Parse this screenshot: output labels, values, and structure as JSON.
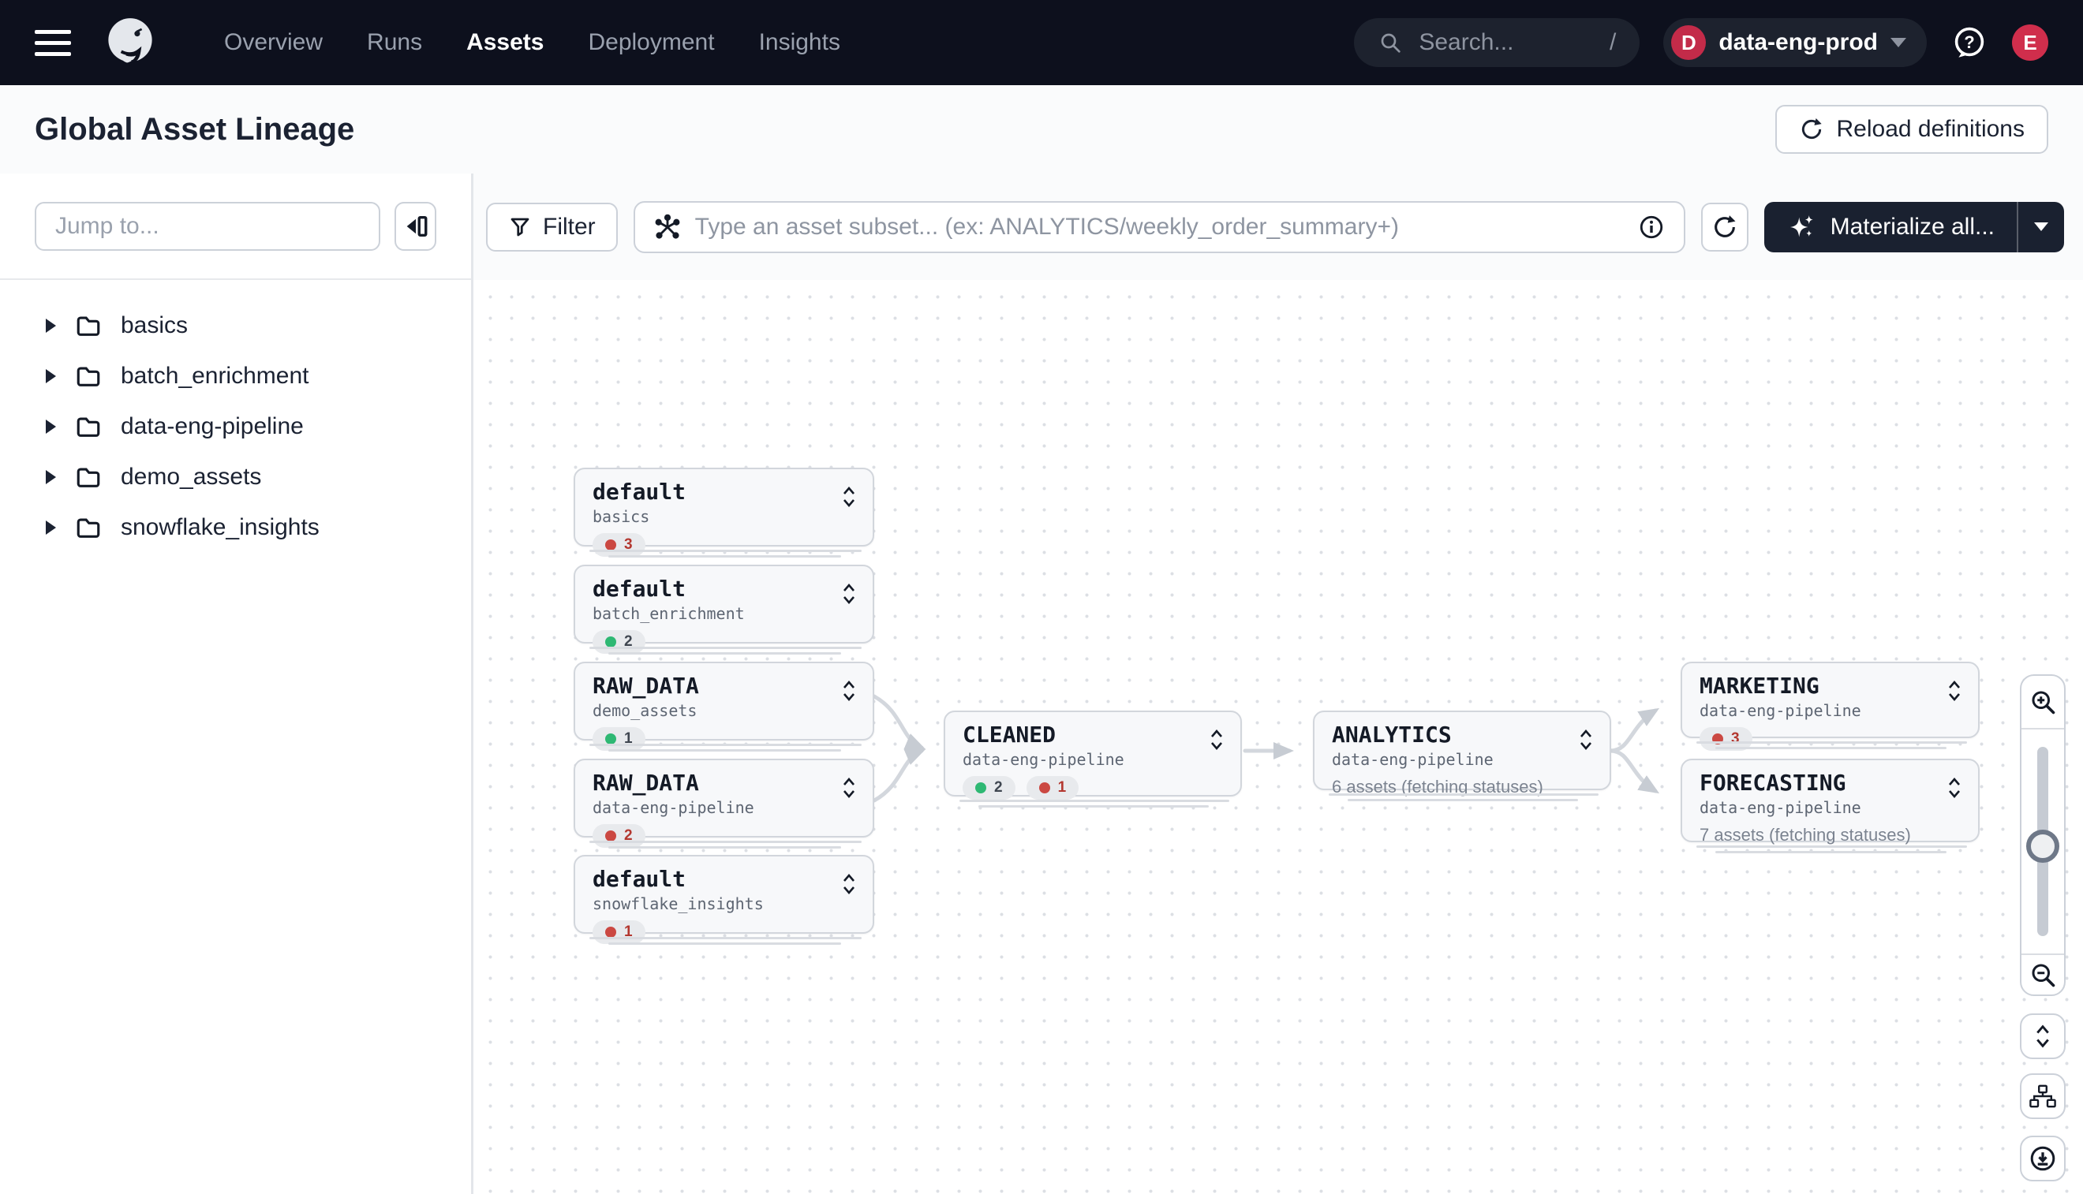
{
  "nav": {
    "items": [
      {
        "label": "Overview",
        "active": false
      },
      {
        "label": "Runs",
        "active": false
      },
      {
        "label": "Assets",
        "active": true
      },
      {
        "label": "Deployment",
        "active": false
      },
      {
        "label": "Insights",
        "active": false
      }
    ],
    "search_placeholder": "Search...",
    "search_shortcut": "/",
    "deployment": {
      "initial": "D",
      "name": "data-eng-prod"
    },
    "avatar_initial": "E"
  },
  "header": {
    "title": "Global Asset Lineage",
    "reload_label": "Reload definitions"
  },
  "sidebar": {
    "jump_placeholder": "Jump to...",
    "groups": [
      {
        "label": "basics"
      },
      {
        "label": "batch_enrichment"
      },
      {
        "label": "data-eng-pipeline"
      },
      {
        "label": "demo_assets"
      },
      {
        "label": "snowflake_insights"
      }
    ]
  },
  "toolbar": {
    "filter_label": "Filter",
    "subset_placeholder": "Type an asset subset... (ex: ANALYTICS/weekly_order_summary+)",
    "materialize_label": "Materialize all..."
  },
  "graph": {
    "nodes": [
      {
        "title": "default",
        "subtitle": "basics",
        "badges": [
          {
            "color": "red",
            "count": 3
          }
        ]
      },
      {
        "title": "default",
        "subtitle": "batch_enrichment",
        "badges": [
          {
            "color": "green",
            "count": 2
          }
        ]
      },
      {
        "title": "RAW_DATA",
        "subtitle": "demo_assets",
        "badges": [
          {
            "color": "green",
            "count": 1
          }
        ]
      },
      {
        "title": "RAW_DATA",
        "subtitle": "data-eng-pipeline",
        "badges": [
          {
            "color": "red",
            "count": 2
          }
        ]
      },
      {
        "title": "default",
        "subtitle": "snowflake_insights",
        "badges": [
          {
            "color": "red",
            "count": 1
          }
        ]
      },
      {
        "title": "CLEANED",
        "subtitle": "data-eng-pipeline",
        "badges": [
          {
            "color": "green",
            "count": 2
          },
          {
            "color": "red",
            "count": 1
          }
        ]
      },
      {
        "title": "ANALYTICS",
        "subtitle": "data-eng-pipeline",
        "note": "6 assets (fetching statuses)"
      },
      {
        "title": "MARKETING",
        "subtitle": "data-eng-pipeline",
        "badges": [
          {
            "color": "red",
            "count": 3
          }
        ]
      },
      {
        "title": "FORECASTING",
        "subtitle": "data-eng-pipeline",
        "note": "7 assets (fetching statuses)"
      }
    ],
    "edges": [
      {
        "from": "RAW_DATA/demo_assets",
        "to": "CLEANED/data-eng-pipeline"
      },
      {
        "from": "RAW_DATA/data-eng-pipeline",
        "to": "CLEANED/data-eng-pipeline"
      },
      {
        "from": "CLEANED/data-eng-pipeline",
        "to": "ANALYTICS/data-eng-pipeline"
      },
      {
        "from": "ANALYTICS/data-eng-pipeline",
        "to": "MARKETING/data-eng-pipeline"
      },
      {
        "from": "ANALYTICS/data-eng-pipeline",
        "to": "FORECASTING/data-eng-pipeline"
      }
    ]
  },
  "colors": {
    "nav_bg": "#0d101d",
    "accent_dark": "#1a2130",
    "status_red": "#cb4842",
    "status_green": "#2eb873",
    "deploy_badge": "#c32b49",
    "avatar_bg": "#d02e4c",
    "edge": "#d3d7dd"
  }
}
